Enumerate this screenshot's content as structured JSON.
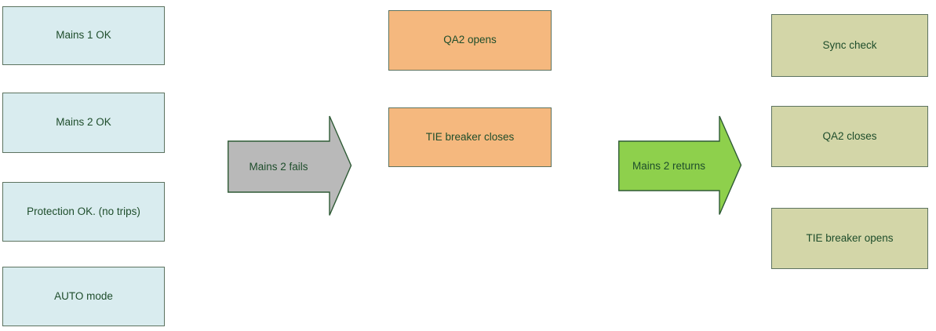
{
  "colors": {
    "background": "#ffffff",
    "text": "#1e4d2b",
    "box_border": "#5d7360",
    "arrow_border": "#2e5a35",
    "precondition_fill": "#d9ecef",
    "fail_action_fill": "#f5b87e",
    "restore_action_fill": "#d3d6a8",
    "fail_arrow_fill": "#b9b9b9",
    "return_arrow_fill": "#8ed04c"
  },
  "preconditions": {
    "boxes": [
      {
        "label": "Mains 1 OK"
      },
      {
        "label": "Mains 2 OK"
      },
      {
        "label": "Protection OK. (no trips)"
      },
      {
        "label": "AUTO mode"
      }
    ]
  },
  "fail_transition": {
    "arrow_label": "Mains 2 fails",
    "boxes": [
      {
        "label": "QA2 opens"
      },
      {
        "label": "TIE breaker closes"
      }
    ]
  },
  "return_transition": {
    "arrow_label": "Mains 2 returns",
    "boxes": [
      {
        "label": "Sync check"
      },
      {
        "label": "QA2 closes"
      },
      {
        "label": "TIE breaker opens"
      }
    ]
  }
}
